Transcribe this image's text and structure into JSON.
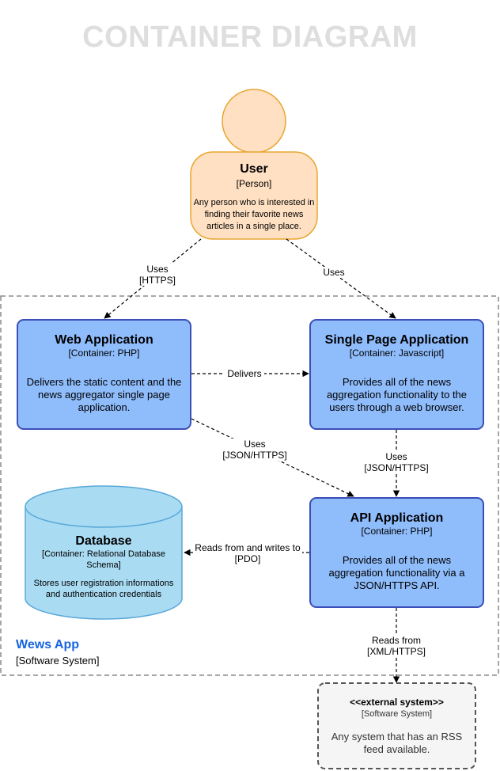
{
  "title": "CONTAINER DIAGRAM",
  "colors": {
    "person_fill": "#ffe0c2",
    "person_stroke": "#e8a630",
    "container_fill": "#8fbcfb",
    "container_stroke": "#3c4fb8",
    "database_fill": "#a9dbf3",
    "database_stroke": "#5aa8d8",
    "external_fill": "#f5f5f5",
    "external_stroke": "#555555",
    "boundary_label": "#1565e0",
    "title": "#dedede"
  },
  "user": {
    "name": "User",
    "type": "[Person]",
    "description": "Any person who is interested in finding their favorite news articles in a single place."
  },
  "boundary": {
    "name": "Wews App",
    "type": "[Software System]"
  },
  "web_app": {
    "name": "Web Application",
    "type": "[Container: PHP]",
    "description": "Delivers the static content and the news aggregator single page application."
  },
  "spa": {
    "name": "Single Page Application",
    "type": "[Container: Javascript]",
    "description": "Provides all of the news aggregation functionality to the users through a web browser."
  },
  "api": {
    "name": "API Application",
    "type": "[Container: PHP]",
    "description": "Provides all of the news aggregation functionality via a JSON/HTTPS API."
  },
  "database": {
    "name": "Database",
    "type": "[Container: Relational Database Schema]",
    "description": "Stores user registration informations and authentication credentials"
  },
  "external": {
    "name": "<<external system>>",
    "type": "[Software System]",
    "description": "Any system that has an RSS feed available."
  },
  "edges": {
    "user_web_1": "Uses",
    "user_web_2": "[HTTPS]",
    "user_spa": "Uses",
    "web_spa": "Delivers",
    "web_api_1": "Uses",
    "web_api_2": "[JSON/HTTPS]",
    "spa_api_1": "Uses",
    "spa_api_2": "[JSON/HTTPS]",
    "api_db_1": "Reads from and writes to",
    "api_db_2": "[PDO]",
    "api_ext_1": "Reads from",
    "api_ext_2": "[XML/HTTPS]"
  }
}
